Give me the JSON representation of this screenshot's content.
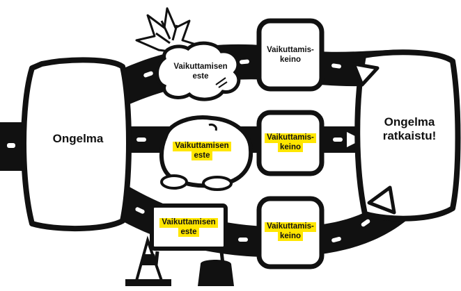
{
  "problem": {
    "label": "Ongelma"
  },
  "solved": {
    "line1": "Ongelma",
    "line2": "ratkaistu!"
  },
  "top_route": {
    "obstacle": {
      "line1": "Vaikuttamisen",
      "line2": "este",
      "highlighted": false
    },
    "means": {
      "line1": "Vaikuttamis-",
      "line2": "keino",
      "highlighted": false
    }
  },
  "middle_route": {
    "obstacle": {
      "line1": "Vaikuttamisen",
      "line2": "este",
      "highlighted": true
    },
    "means": {
      "line1": "Vaikuttamis-",
      "line2": "keino",
      "highlighted": true
    }
  },
  "bottom_route": {
    "obstacle": {
      "line1": "Vaikuttamisen",
      "line2": "este",
      "highlighted": true
    },
    "means": {
      "line1": "Vaikuttamis-",
      "line2": "keino",
      "highlighted": true
    }
  },
  "colors": {
    "highlight": "#ffe600",
    "ink": "#111111",
    "road_marking": "#ffffff"
  },
  "icons": {
    "top_obstacle": "explosion-cloud-icon",
    "middle_obstacle": "boulder-icon",
    "bottom_obstacle": "road-barrier-icon",
    "bottom_left_prop": "traffic-cone-icon",
    "bottom_right_prop": "barrier-weight-icon"
  }
}
